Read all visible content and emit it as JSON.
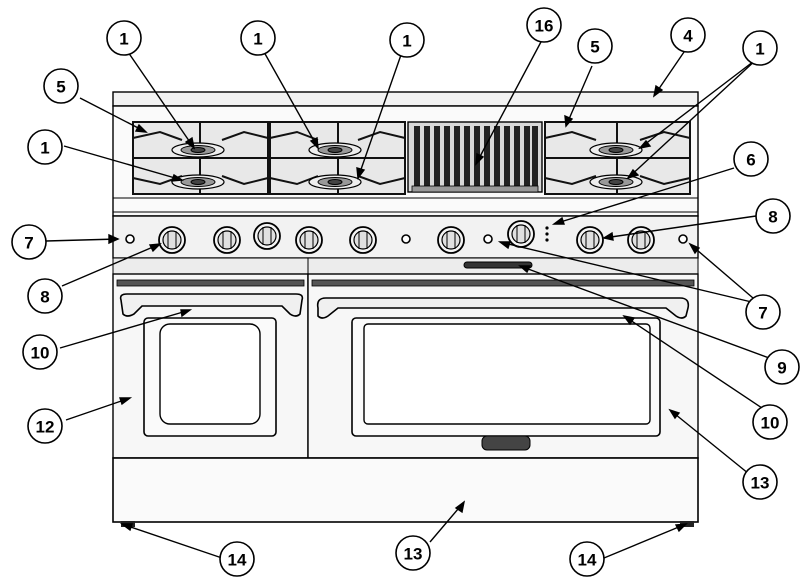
{
  "callouts": {
    "c1": "1",
    "c4": "4",
    "c5": "5",
    "c6": "6",
    "c7": "7",
    "c8": "8",
    "c9": "9",
    "c10": "10",
    "c12": "12",
    "c13": "13",
    "c14": "14",
    "c16": "16"
  },
  "colors": {
    "line": "#000000",
    "panel": "#f2f2f2",
    "grate": "#222222",
    "background": "#ffffff"
  }
}
